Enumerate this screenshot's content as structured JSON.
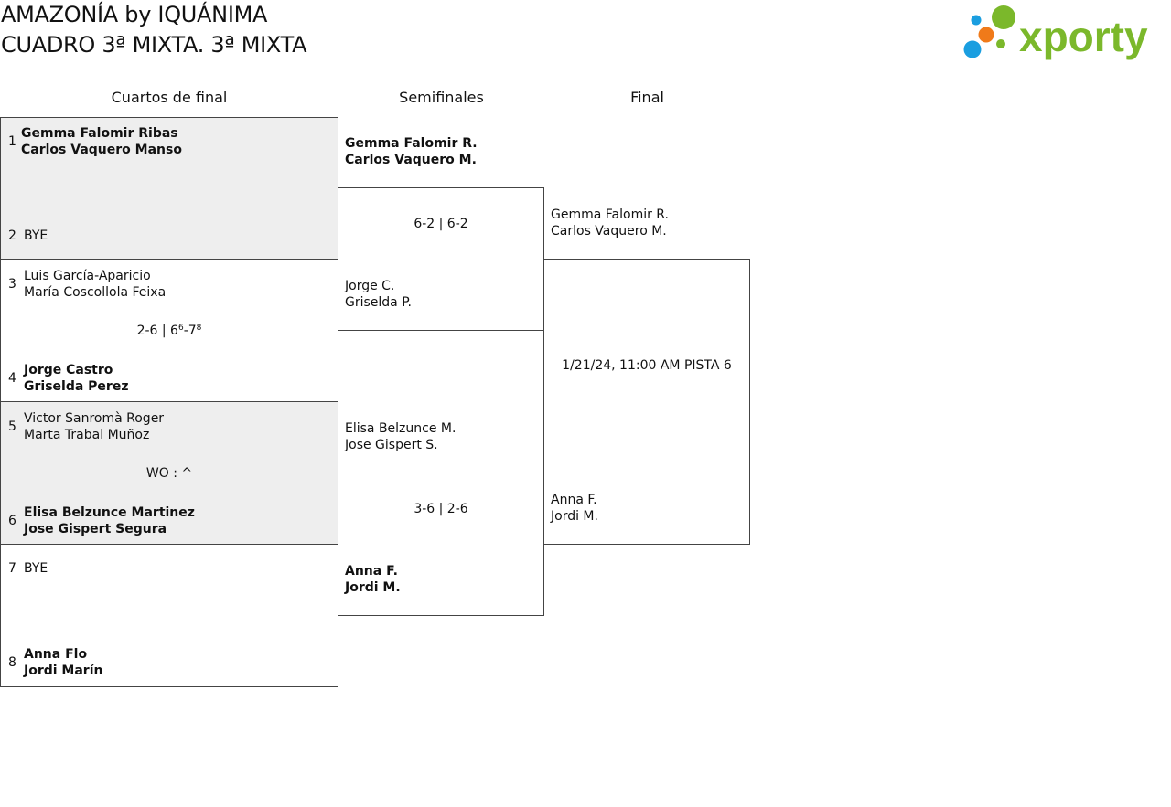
{
  "header": {
    "title_line1": "AMAZONÍA by IQUÁNIMA",
    "title_line2": "CUADRO 3ª MIXTA. 3ª MIXTA"
  },
  "logo": {
    "text": "xporty",
    "icon": "xporty-logo",
    "colors": [
      "#1a9ee0",
      "#f07a1a",
      "#7bb82b"
    ]
  },
  "columns": {
    "quarterfinals": "Cuartos de final",
    "semifinals": "Semifinales",
    "final": "Final"
  },
  "quarterfinals": [
    {
      "seed_a": "1",
      "a1": "Gemma Falomir Ribas",
      "a2": "Carlos Vaquero Manso",
      "seed_b": "2",
      "b1": "BYE",
      "b2": "",
      "score_main": "",
      "score_sup1": "",
      "score_mid": "",
      "score_sup2": ""
    },
    {
      "seed_a": "3",
      "a1": "Luis García-Aparicio",
      "a2": "María Coscollola Feixa",
      "seed_b": "4",
      "b1": "Jorge Castro",
      "b2": "Griselda Perez",
      "score_main": "2-6 | 6",
      "score_sup1": "6",
      "score_mid": "-7",
      "score_sup2": "8"
    },
    {
      "seed_a": "5",
      "a1": "Victor Sanromà Roger",
      "a2": "Marta Trabal Muñoz",
      "seed_b": "6",
      "b1": "Elisa Belzunce Martinez",
      "b2": "Jose Gispert Segura",
      "score_main": "WO : ^",
      "score_sup1": "",
      "score_mid": "",
      "score_sup2": ""
    },
    {
      "seed_a": "7",
      "a1": "BYE",
      "a2": "",
      "seed_b": "8",
      "b1": "Anna Flo",
      "b2": "Jordi Marín",
      "score_main": "",
      "score_sup1": "",
      "score_mid": "",
      "score_sup2": ""
    }
  ],
  "semifinals": [
    {
      "a1": "Gemma Falomir R.",
      "a2": "Carlos Vaquero M.",
      "score": "6-2 | 6-2",
      "b1": "Jorge C.",
      "b2": "Griselda P."
    },
    {
      "a1": "Elisa Belzunce M.",
      "a2": "Jose Gispert S.",
      "score": "3-6 | 2-6",
      "b1": "Anna F.",
      "b2": "Jordi M."
    }
  ],
  "final": {
    "a1": "Gemma Falomir R.",
    "a2": "Carlos Vaquero M.",
    "schedule": "1/21/24, 11:00 AM PISTA 6",
    "b1": "Anna F.",
    "b2": "Jordi M."
  }
}
